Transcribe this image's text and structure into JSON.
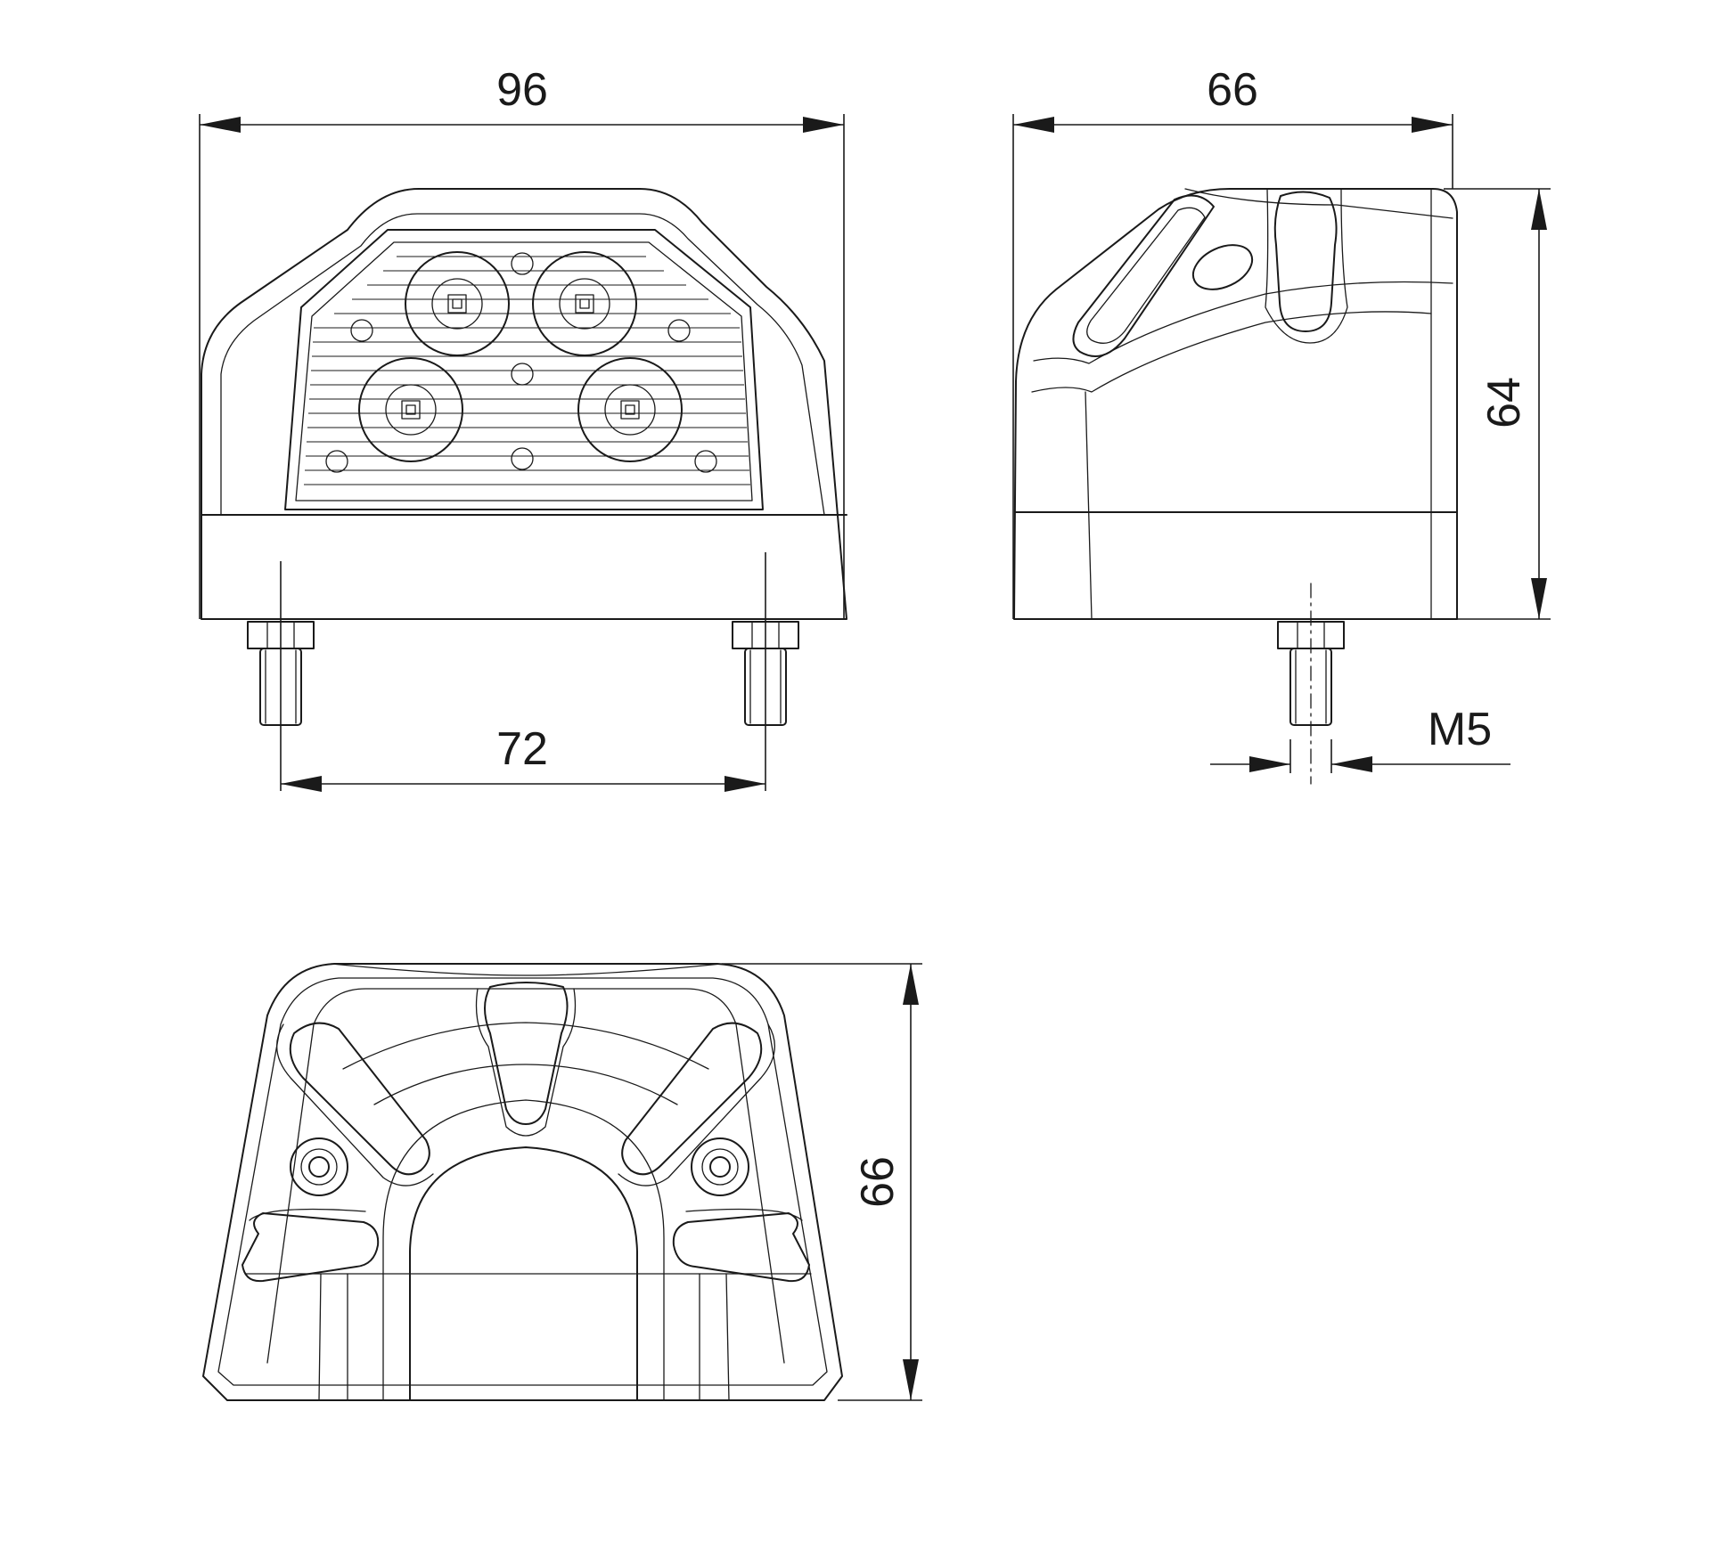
{
  "drawing": {
    "line_color": "#1a1a1a",
    "background": "#ffffff",
    "dimensions": {
      "front_width": "96",
      "stud_spacing": "72",
      "side_depth": "66",
      "height": "64",
      "thread": "M5",
      "bottom_depth": "66"
    }
  }
}
